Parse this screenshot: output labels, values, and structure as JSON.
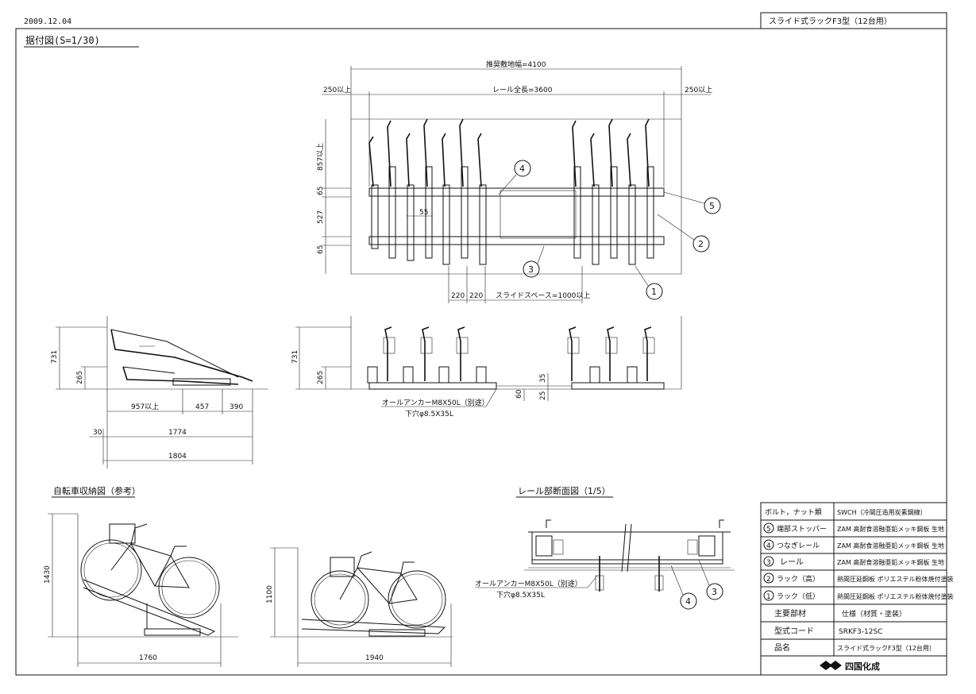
{
  "header": {
    "date": "2009.12.04",
    "title_box": "スライド式ラックF3型（12台用）"
  },
  "drawings": {
    "main_title": "据付図(S=1/30)",
    "plan": {
      "total_width": "推奨敷地幅=4100",
      "rail_length": "レール全長=3600",
      "left_margin": "250以上",
      "right_margin": "250以上",
      "dims_v": [
        "857以上",
        "65",
        "527",
        "65"
      ],
      "dim_55": "55",
      "dim_220a": "220",
      "dim_220b": "220",
      "slide_space": "スライドスペース=1000以上",
      "callouts": [
        "4",
        "5",
        "2",
        "3",
        "1"
      ]
    },
    "side_view": {
      "h731": "731",
      "h265": "265",
      "w957": "957以上",
      "w457": "457",
      "w390": "390",
      "w30": "30",
      "w1774": "1774",
      "w1804": "1804"
    },
    "front_view": {
      "h731": "731",
      "h265": "265",
      "h35": "35",
      "h60": "60",
      "h25": "25",
      "anchor": "オールアンカーM8X50L（別途）",
      "hole": "下穴φ8.5X35L"
    },
    "bike_section": {
      "title": "自転車収納図（参考）",
      "h1430": "1430",
      "w1760": "1760",
      "h1100": "1100",
      "w1940": "1940"
    },
    "rail_section": {
      "title": "レール部断面図（1/5）",
      "anchor": "オールアンカーM8X50L（別途）",
      "hole": "下穴φ8.5X35L",
      "callouts": [
        "4",
        "3"
      ]
    }
  },
  "spec_table": {
    "rows": [
      {
        "num": "",
        "part": "ボルト，ナット類",
        "spec": "SWCH（冷間圧造用炭素鋼線）"
      },
      {
        "num": "5",
        "part": "端部ストッパー",
        "spec": "ZAM 高耐食溶融亜鉛メッキ鋼板 生地"
      },
      {
        "num": "4",
        "part": "つなぎレール",
        "spec": "ZAM 高耐食溶融亜鉛メッキ鋼板 生地"
      },
      {
        "num": "3",
        "part": "レール",
        "spec": "ZAM 高耐食溶融亜鉛メッキ鋼板 生地"
      },
      {
        "num": "2",
        "part": "ラック（高）",
        "spec": "熱間圧延鋼板 ポリエステル粉体焼付塗装"
      },
      {
        "num": "1",
        "part": "ラック（低）",
        "spec": "熱間圧延鋼板 ポリエステル粉体焼付塗装"
      }
    ],
    "header_row": {
      "part": "主要部材",
      "spec": "仕様（材質・塗装）"
    },
    "model_row": {
      "label": "型式コード",
      "value": "SRKF3-12SC"
    },
    "name_row": {
      "label": "品名",
      "value": "スライド式ラックF3型（12台用）"
    },
    "logo_text": "四国化成"
  }
}
